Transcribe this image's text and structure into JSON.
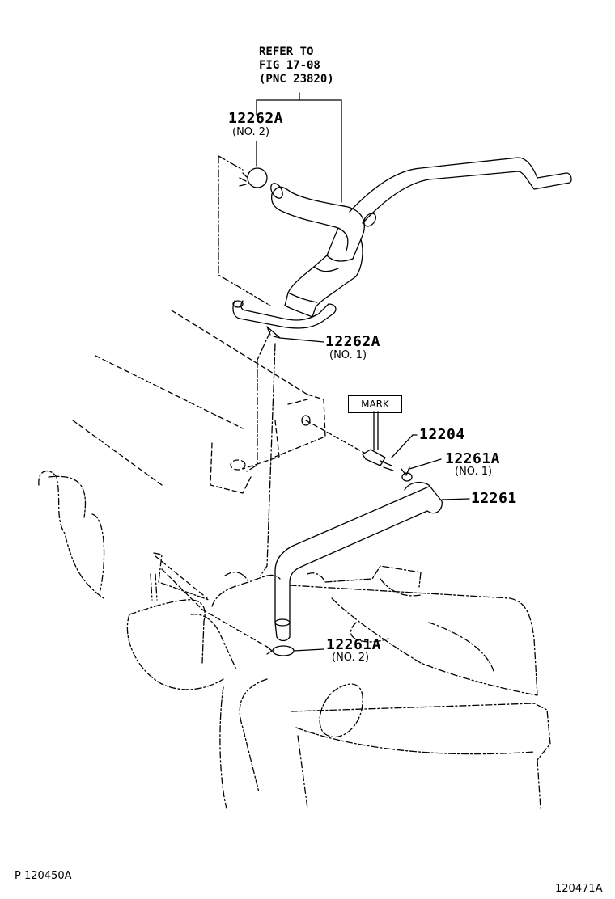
{
  "refer": {
    "line1": "REFER TO",
    "line2": "FIG 17-08",
    "line3": "(PNC 23820)"
  },
  "callouts": {
    "p12262a_top": {
      "pn": "12262A",
      "sub": "(NO. 2)"
    },
    "p12262a_mid": {
      "pn": "12262A",
      "sub": "(NO. 1)"
    },
    "mark": "MARK",
    "p12204": {
      "pn": "12204"
    },
    "p12261a_top": {
      "pn": "12261A",
      "sub": "(NO. 1)"
    },
    "p12261": {
      "pn": "12261"
    },
    "p12261a_bot": {
      "pn": "12261A",
      "sub": "(NO. 2)"
    }
  },
  "footer": {
    "left_code": "P 120450A",
    "right_code": "120471A"
  }
}
